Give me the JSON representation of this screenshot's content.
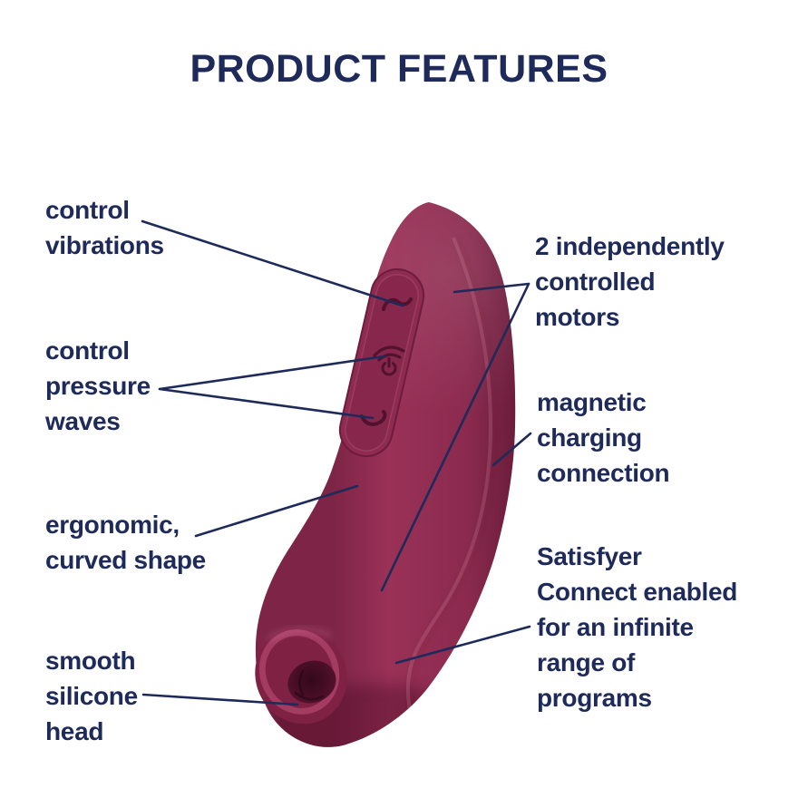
{
  "title": "PRODUCT FEATURES",
  "colors": {
    "text_navy": "#1d2a5a",
    "leader_line_navy": "#1d2a5a",
    "body_burgundy": "#9a3157",
    "body_shadow": "#5f142f",
    "panel_burgundy": "#8f2a50",
    "background": "#ffffff"
  },
  "labels": {
    "control_vibrations": {
      "lines": [
        "control",
        "vibrations"
      ]
    },
    "control_pressure_waves": {
      "lines": [
        "control",
        "pressure",
        "waves"
      ]
    },
    "ergonomic_curved_shape": {
      "lines": [
        "ergonomic,",
        "curved shape"
      ]
    },
    "smooth_silicone_head": {
      "lines": [
        "smooth",
        "silicone",
        "head"
      ]
    },
    "independently_controlled_motors": {
      "lines": [
        "2 independently",
        "controlled",
        "motors"
      ]
    },
    "magnetic_charging_connection": {
      "lines": [
        "magnetic",
        "charging",
        "connection"
      ]
    },
    "satisfyer_connect": {
      "lines": [
        "Satisfyer",
        "Connect enabled",
        "for an infinite",
        "range of",
        "programs"
      ]
    }
  },
  "device": {
    "icons": [
      "vibration-wave-icon",
      "pressure-wave-icon",
      "power-icon",
      "wave-icon"
    ]
  }
}
